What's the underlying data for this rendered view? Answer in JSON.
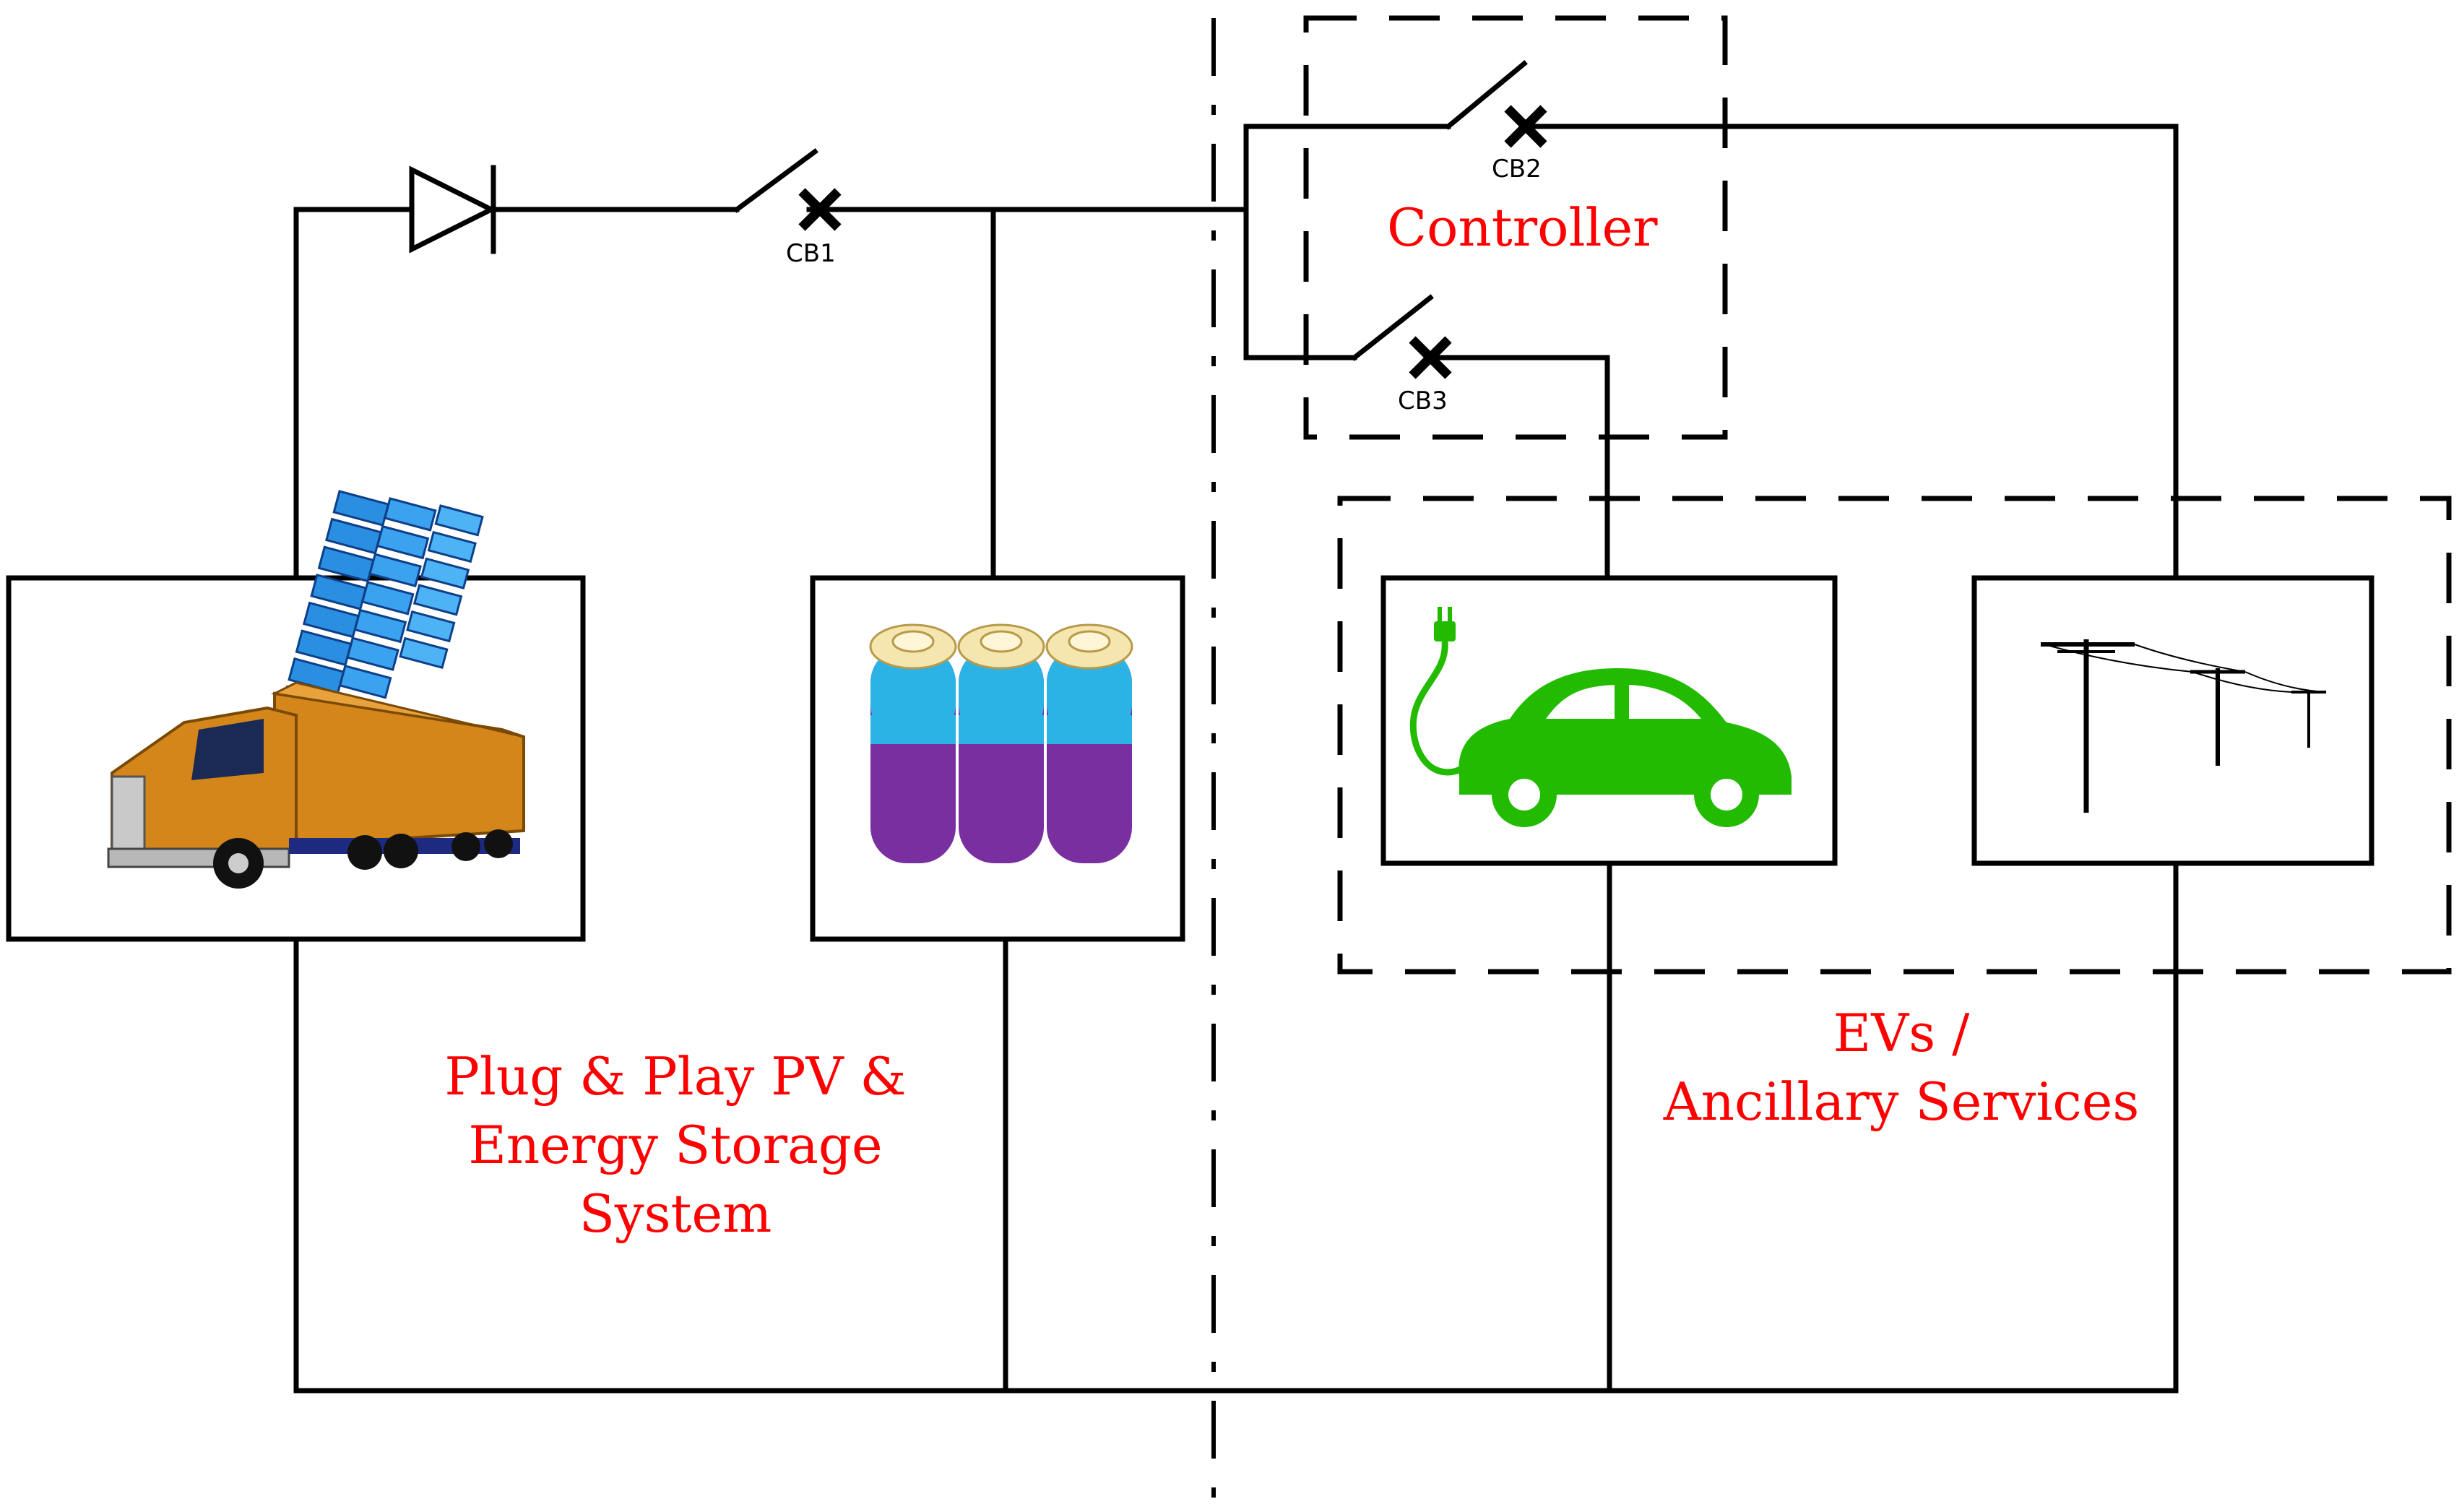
{
  "breakers": {
    "cb1": "CB1",
    "cb2": "CB2",
    "cb3": "CB3"
  },
  "labels": {
    "controller": "Controller",
    "pv_storage_line1": "Plug & Play PV &",
    "pv_storage_line2": "Energy Storage",
    "pv_storage_line3": "System",
    "evs_line1": "EVs /",
    "evs_line2": "Ancillary Services"
  },
  "colors": {
    "label_red": "#ff0000",
    "ev_green": "#22bb00",
    "truck_orange": "#d4861a",
    "battery_purple": "#7a2fa0",
    "battery_blue": "#2cb3e6",
    "panel_blue": "#2a8fe0"
  }
}
